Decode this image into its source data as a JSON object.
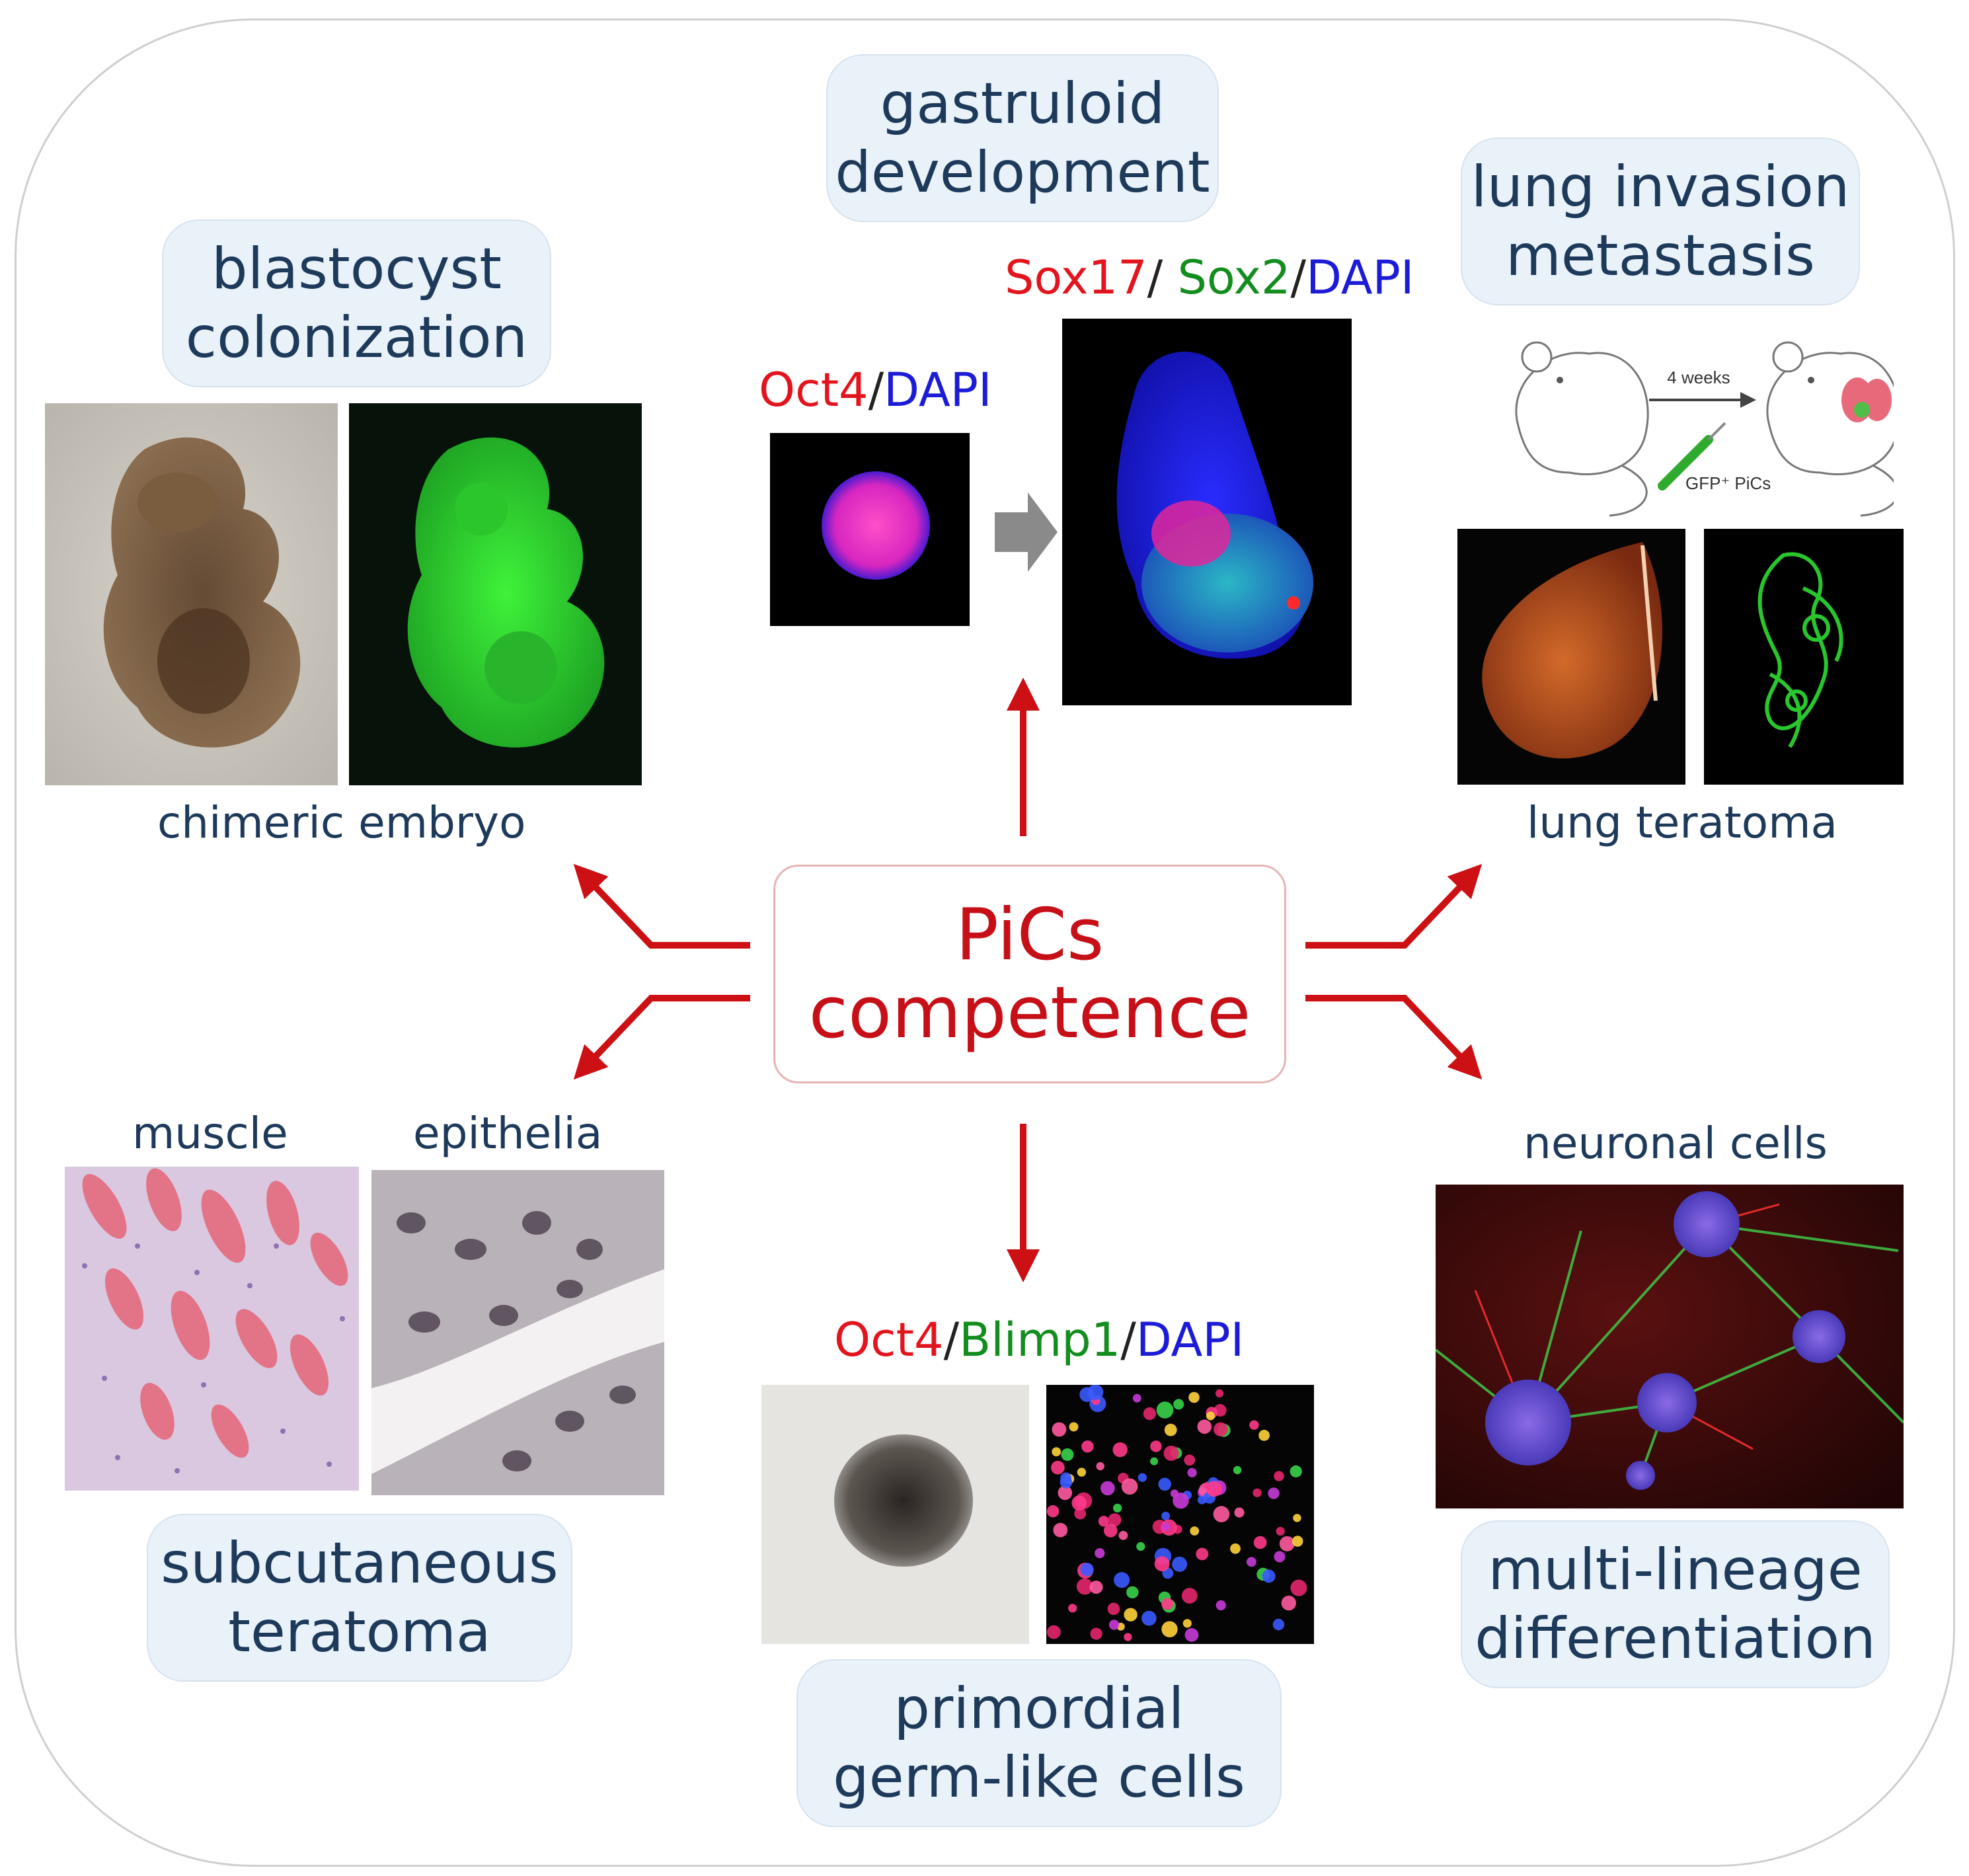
{
  "center": {
    "line1": "PiCs",
    "line2": "competence"
  },
  "pills": {
    "gastruloid": {
      "line1": "gastruloid",
      "line2": "development"
    },
    "blastocyst": {
      "line1": "blastocyst",
      "line2": "colonization"
    },
    "lung_invasion": {
      "line1": "lung invasion",
      "line2": "metastasis"
    },
    "subcutaneous": {
      "line1": "subcutaneous",
      "line2": "teratoma"
    },
    "pgc": {
      "line1": "primordial",
      "line2": "germ-like cells"
    },
    "multilineage": {
      "line1": "multi-lineage",
      "line2": "differentiation"
    }
  },
  "labels": {
    "chimeric_embryo": "chimeric embryo",
    "lung_teratoma": "lung teratoma",
    "muscle": "muscle",
    "epithelia": "epithelia",
    "neuronal_cells": "neuronal cells"
  },
  "stains": {
    "oct4_dapi": [
      {
        "text": "Oct4",
        "color": "red"
      },
      {
        "text": "/",
        "color": "dark"
      },
      {
        "text": "DAPI",
        "color": "blue"
      }
    ],
    "sox17_sox2_dapi": [
      {
        "text": "Sox17",
        "color": "red"
      },
      {
        "text": "/ ",
        "color": "dark"
      },
      {
        "text": "Sox2",
        "color": "green"
      },
      {
        "text": "/",
        "color": "dark"
      },
      {
        "text": "DAPI",
        "color": "blue"
      }
    ],
    "oct4_blimp1_dapi": [
      {
        "text": "Oct4",
        "color": "red"
      },
      {
        "text": "/",
        "color": "dark"
      },
      {
        "text": "Blimp1",
        "color": "green"
      },
      {
        "text": "/",
        "color": "dark"
      },
      {
        "text": "DAPI",
        "color": "blue"
      }
    ]
  },
  "mouse_schematic": {
    "duration": "4 weeks",
    "injection": "GFP⁺ PiCs"
  },
  "colors": {
    "arrow": "#cc1014",
    "text": "#1e3a5b",
    "pill_fill": "#e9f1f9",
    "gray_arrow": "#8a8a8a"
  }
}
